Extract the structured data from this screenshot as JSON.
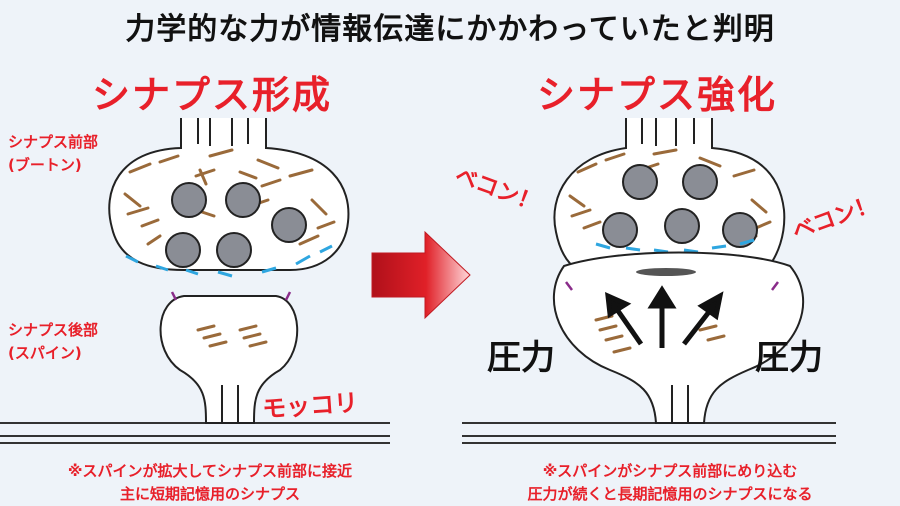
{
  "title": "力学的な力が情報伝達にかかわっていたと判明",
  "left_panel": {
    "heading": "シナプス形成",
    "presynaptic_label_line1": "シナプス前部",
    "presynaptic_label_line2": "(ブートン)",
    "postsynaptic_label_line1": "シナプス後部",
    "postsynaptic_label_line2": "(スパイン)",
    "bulge_label": "モッコリ",
    "note_line1": "※スパインが拡大してシナプス前部に接近",
    "note_line2": "主に短期記憶用のシナプス"
  },
  "right_panel": {
    "heading": "シナプス強化",
    "impact_left": "ベコン！",
    "impact_right": "ベコン！",
    "pressure_left": "圧力",
    "pressure_right": "圧力",
    "note_line1": "※スパインがシナプス前部にめり込む",
    "note_line2": "圧力が続くと長期記憶用のシナプスになる"
  },
  "colors": {
    "accent_red": "#e8202a",
    "fiber_brown": "#9a6a3a",
    "vesicle_gray": "#8a8d95",
    "receptor_blue": "#2ea6e0",
    "adhesion_purple": "#8a2c8a",
    "arrow_red": "#d41820"
  }
}
